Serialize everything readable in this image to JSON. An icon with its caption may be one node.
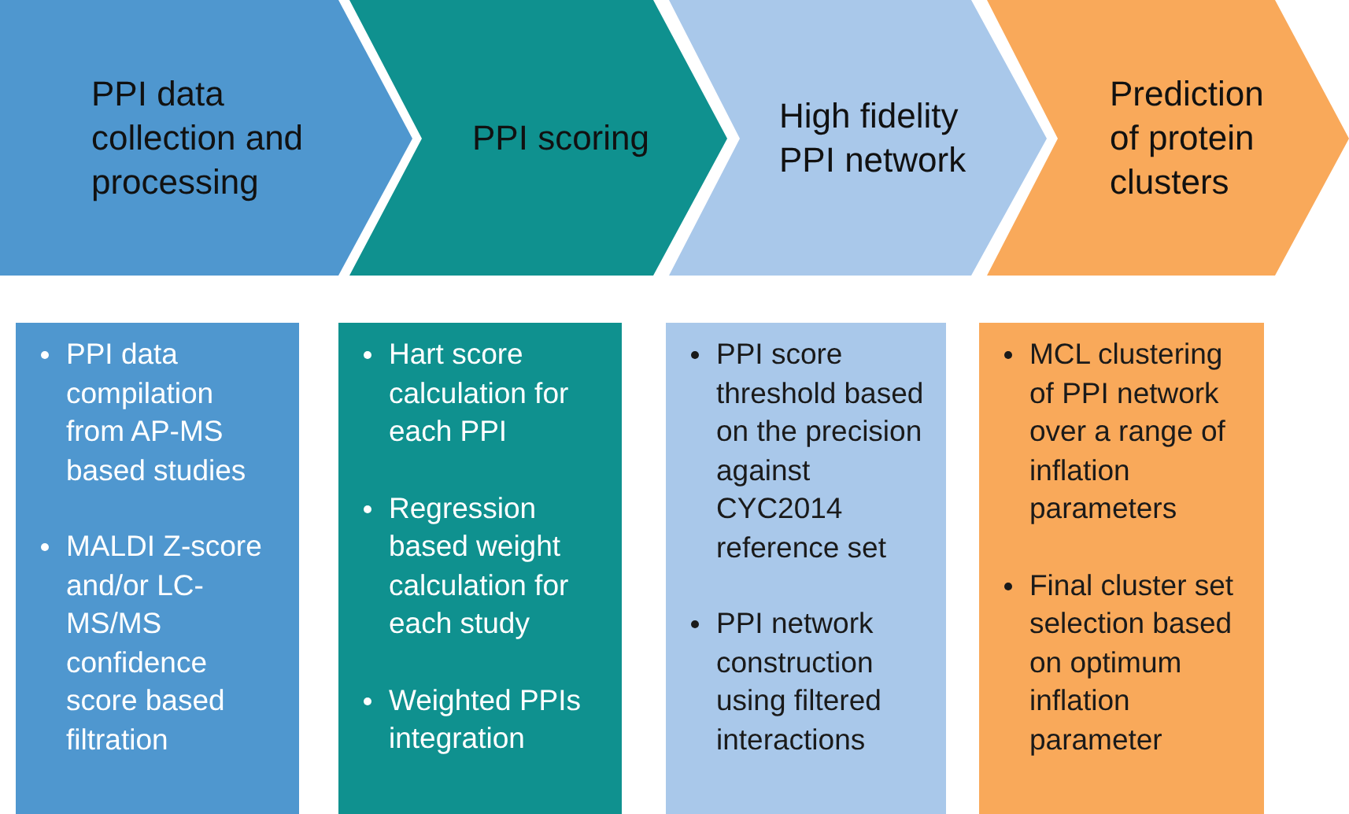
{
  "diagram": {
    "nodes": [
      {
        "text": [
          "PPI data collection and processing"
        ]
      },
      {
        "text": [
          "PPI scoring"
        ]
      },
      {
        "text": [
          "High fidelity PPI network"
        ]
      },
      {
        "text": [
          "Prediction of protein clusters"
        ]
      },
      {
        "text": [
          "PPI data compilation from AP-MS based studies",
          "MALDI Z-score and/or LC-MS/MS confidence score based filtration"
        ]
      },
      {
        "text": [
          "Hart score calculation for each PPI",
          "Regression based weight calculation for each study",
          "Weighted PPIs integration"
        ]
      },
      {
        "text": [
          "PPI score threshold based on the precision against CYC2014 reference set",
          "PPI network construction using filtered interactions"
        ]
      },
      {
        "text": [
          "MCL clustering of PPI network over a range of inflation parameters",
          "Final cluster set selection based on optimum inflation parameter"
        ]
      }
    ]
  }
}
